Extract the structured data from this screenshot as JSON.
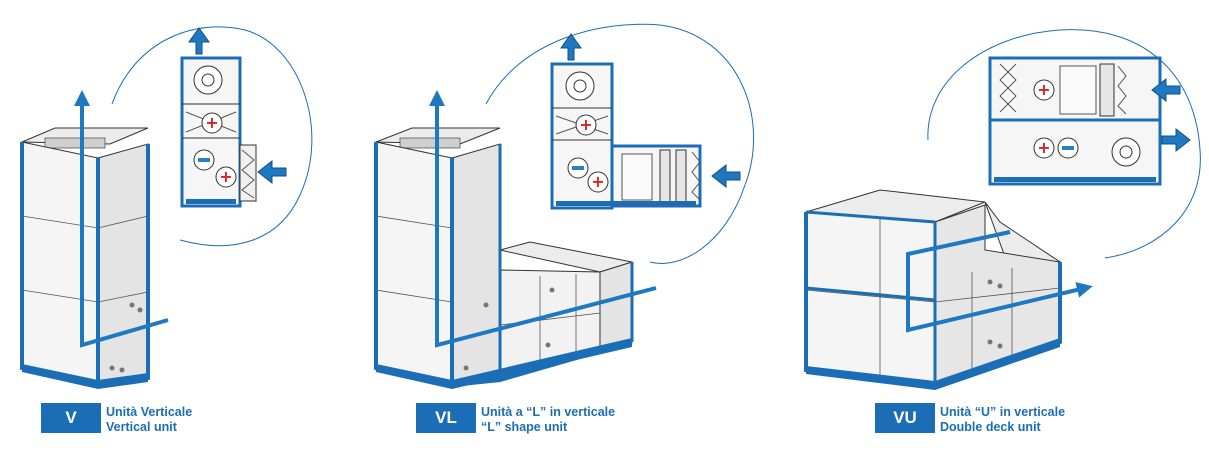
{
  "colors": {
    "brand_blue": "#1b6eb5",
    "arrow_blue": "#1e78c2",
    "panel_face": "#f4f4f4",
    "panel_side": "#e6e6e6",
    "outline": "#333333",
    "heat_red": "#e02020",
    "cool_blue": "#2b7fc4"
  },
  "icons": [
    "flow-arrow-icon",
    "airflow-in-arrow-icon",
    "airflow-out-arrow-icon",
    "fan-icon",
    "heating-coil-plus-icon",
    "cooling-coil-minus-icon",
    "filter-icon"
  ],
  "units": [
    {
      "code": "V",
      "label_it": "Unità Verticale",
      "label_en": "Vertical  unit"
    },
    {
      "code": "VL",
      "label_it": "Unità a “L” in verticale",
      "label_en": "“L” shape unit"
    },
    {
      "code": "VU",
      "label_it": "Unità “U” in verticale",
      "label_en": "Double deck unit"
    }
  ]
}
